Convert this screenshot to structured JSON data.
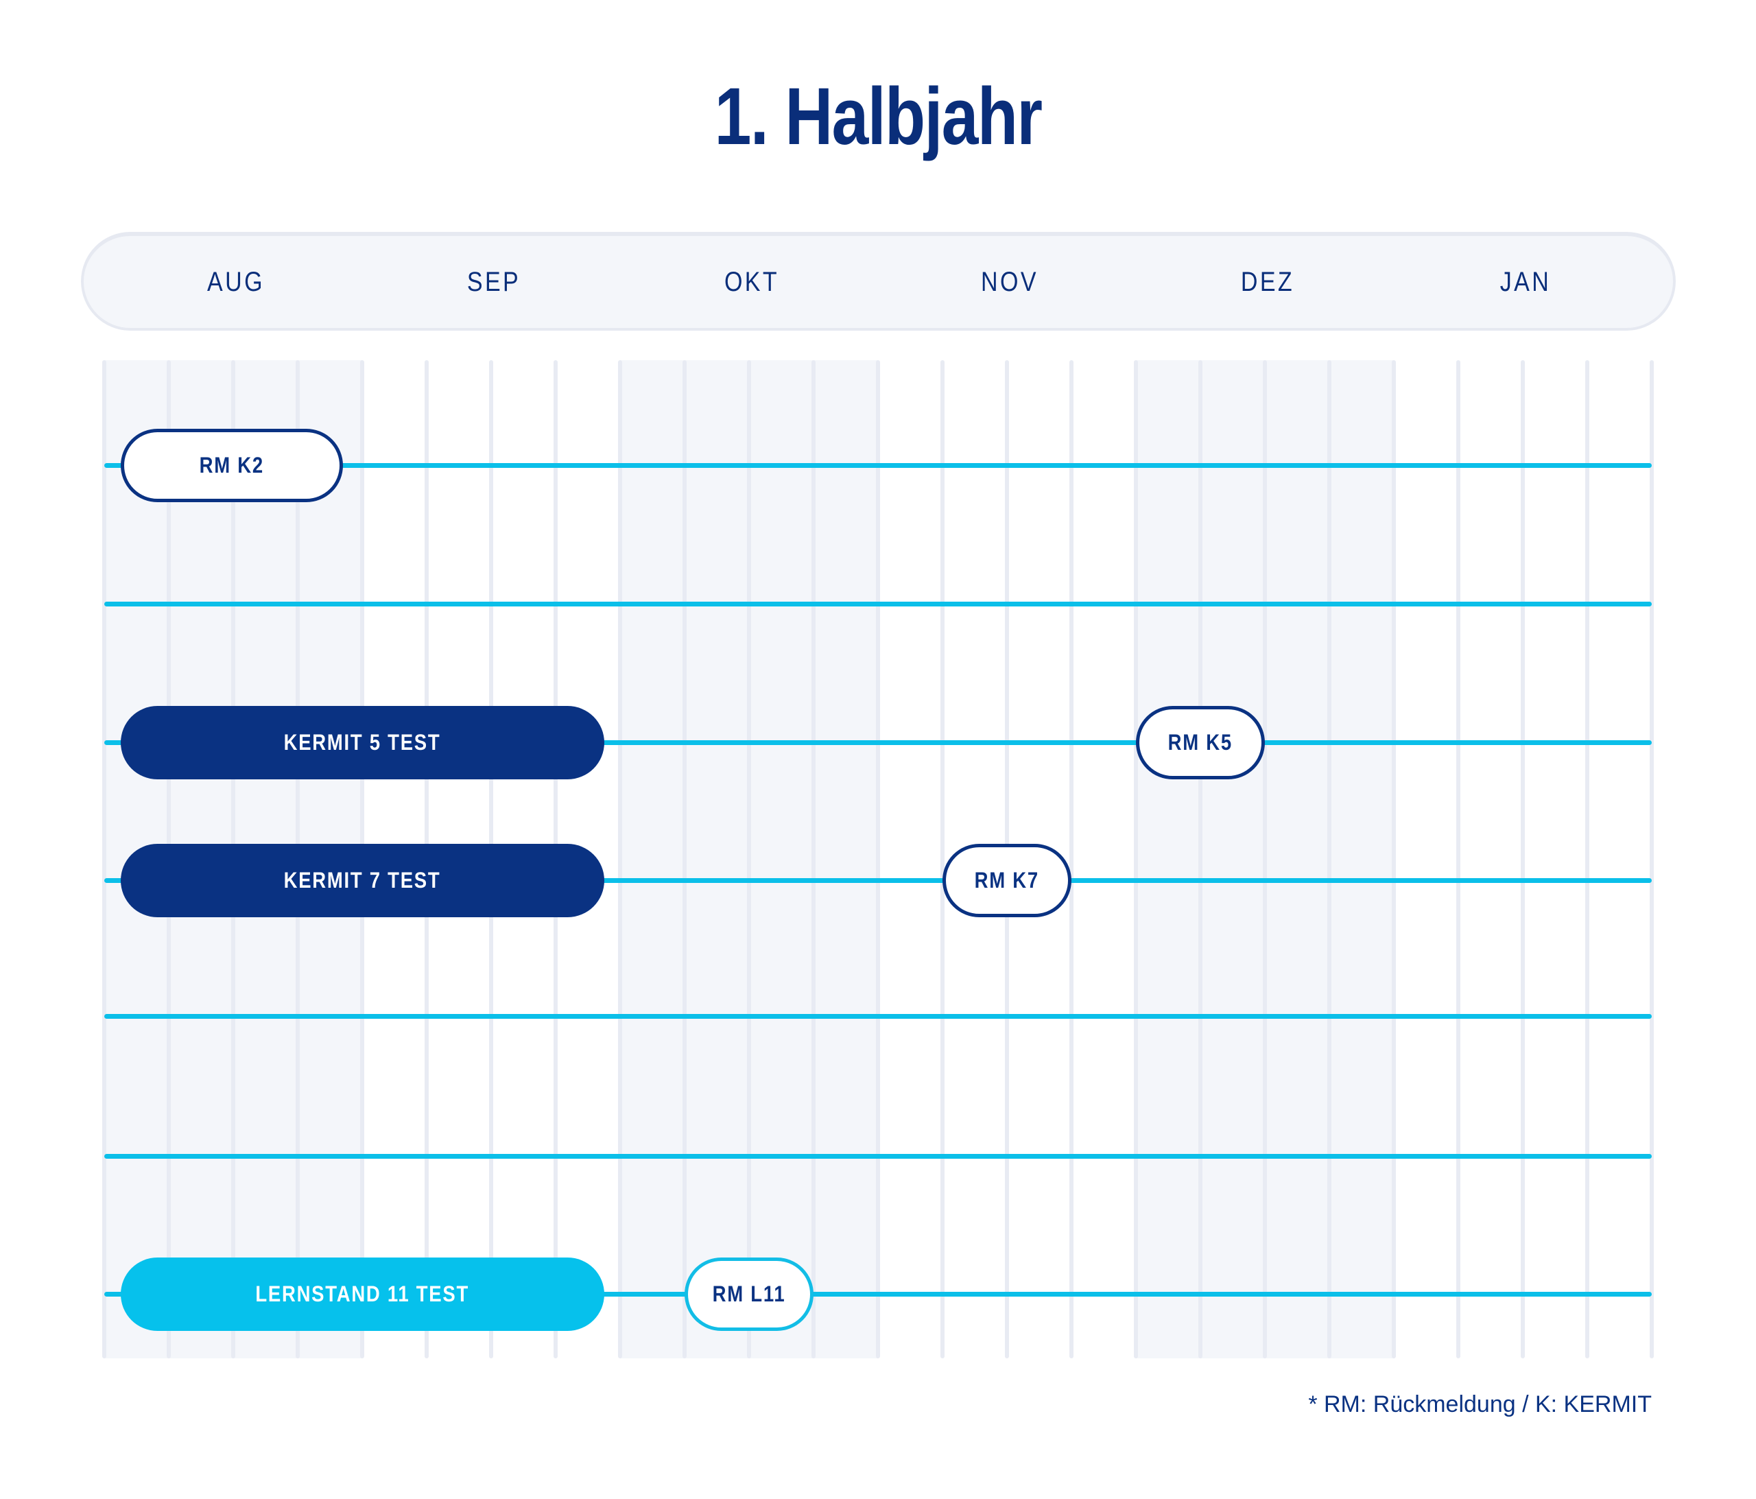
{
  "title": "1. Halbjahr",
  "months": [
    "AUG",
    "SEP",
    "OKT",
    "NOV",
    "DEZ",
    "JAN"
  ],
  "colors": {
    "navy": "#0a3282",
    "cyan": "#0bbfe9",
    "band": "#f4f6fa",
    "gridline": "#e8ebf3"
  },
  "grid": {
    "weeks_per_month": 4,
    "total_weeks": 24,
    "shaded_months": [
      "AUG",
      "OKT",
      "DEZ"
    ]
  },
  "rows": [
    {
      "items": [
        {
          "label": "RM K2",
          "style": "outline-navy",
          "start_week": 0.25,
          "end_week": 3.7
        }
      ]
    },
    {
      "items": []
    },
    {
      "items": [
        {
          "label": "KERMIT 5 TEST",
          "style": "solid-navy",
          "start_week": 0.25,
          "end_week": 7.75
        },
        {
          "label": "RM K5",
          "style": "outline-navy",
          "start_week": 16.0,
          "end_week": 18.0
        }
      ]
    },
    {
      "items": [
        {
          "label": "KERMIT 7 TEST",
          "style": "solid-navy",
          "start_week": 0.25,
          "end_week": 7.75
        },
        {
          "label": "RM K7",
          "style": "outline-navy",
          "start_week": 13.0,
          "end_week": 15.0
        }
      ]
    },
    {
      "items": []
    },
    {
      "items": []
    },
    {
      "items": [
        {
          "label": "LERNSTAND 11 TEST",
          "style": "solid-cyan",
          "start_week": 0.25,
          "end_week": 7.75
        },
        {
          "label": "RM L11",
          "style": "outline-cyan",
          "start_week": 9.0,
          "end_week": 11.0
        }
      ]
    }
  ],
  "footnote": "* RM: Rückmeldung / K: KERMIT",
  "chart_data": {
    "type": "gantt",
    "title": "1. Halbjahr",
    "x_categories": [
      "AUG",
      "SEP",
      "OKT",
      "NOV",
      "DEZ",
      "JAN"
    ],
    "tasks": [
      {
        "row": 1,
        "label": "RM K2",
        "start": "AUG wk1",
        "end": "AUG wk4",
        "kind": "Rückmeldung"
      },
      {
        "row": 3,
        "label": "KERMIT 5 TEST",
        "start": "AUG wk1",
        "end": "SEP wk4",
        "kind": "Test"
      },
      {
        "row": 3,
        "label": "RM K5",
        "start": "DEZ wk1",
        "end": "DEZ wk2",
        "kind": "Rückmeldung"
      },
      {
        "row": 4,
        "label": "KERMIT 7 TEST",
        "start": "AUG wk1",
        "end": "SEP wk4",
        "kind": "Test"
      },
      {
        "row": 4,
        "label": "RM K7",
        "start": "NOV wk2",
        "end": "NOV wk3",
        "kind": "Rückmeldung"
      },
      {
        "row": 7,
        "label": "LERNSTAND 11 TEST",
        "start": "AUG wk1",
        "end": "SEP wk4",
        "kind": "Test"
      },
      {
        "row": 7,
        "label": "RM L11",
        "start": "OKT wk2",
        "end": "OKT wk3",
        "kind": "Rückmeldung"
      }
    ],
    "legend_note": "* RM: Rückmeldung / K: KERMIT"
  }
}
